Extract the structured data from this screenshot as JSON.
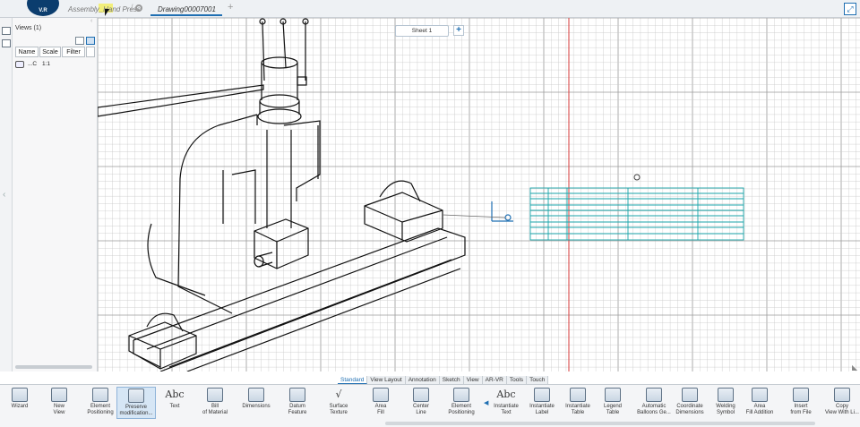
{
  "app": {
    "logo_text": "V.R"
  },
  "tabs": {
    "assembly": "Assembly_Hand Press",
    "sep": "/",
    "drawing": "Drawing00007001",
    "add": "+"
  },
  "panel": {
    "title": "Views (1)",
    "columns": [
      "Name",
      "Scale",
      "Filter"
    ],
    "rows": [
      {
        "name": "...C",
        "scale": "1:1"
      }
    ]
  },
  "sheet": {
    "name": "Sheet 1",
    "add": "+"
  },
  "section_tabs": [
    "Standard",
    "View Layout",
    "Annotation",
    "Sketch",
    "View",
    "AR-VR",
    "Tools",
    "Touch"
  ],
  "active_section": "Standard",
  "tools": [
    {
      "label": "Wizard",
      "icon": "wizard-icon"
    },
    {
      "label": "New\nView",
      "icon": "new-view-icon"
    },
    {
      "label": "Element\nPositioning",
      "icon": "element-positioning-icon"
    },
    {
      "label": "Preserve\nmodification...",
      "icon": "preserve-modification-icon",
      "selected": true
    },
    {
      "label": "Text",
      "icon": "text-icon",
      "glyph": "Abc"
    },
    {
      "label": "Bill\nof Material",
      "icon": "bill-of-material-icon"
    },
    {
      "label": "Dimensions",
      "icon": "dimensions-icon"
    },
    {
      "label": "Datum\nFeature",
      "icon": "datum-feature-icon"
    },
    {
      "label": "Surface\nTexture",
      "icon": "surface-texture-icon",
      "glyph": "√"
    },
    {
      "label": "Area\nFill",
      "icon": "area-fill-icon"
    },
    {
      "label": "Center\nLine",
      "icon": "center-line-icon"
    },
    {
      "label": "Element\nPositioning",
      "icon": "element-positioning-icon"
    },
    {
      "label": "Instantiate\nText",
      "icon": "instantiate-text-icon",
      "glyph": "Abc"
    },
    {
      "label": "Instantiate\nLabel",
      "icon": "instantiate-label-icon"
    },
    {
      "label": "Instantiate\nTable",
      "icon": "instantiate-table-icon"
    },
    {
      "label": "Legend\nTable",
      "icon": "legend-table-icon"
    },
    {
      "label": "Automatic\nBalloons Ge...",
      "icon": "automatic-balloons-icon"
    },
    {
      "label": "Coordinate\nDimensions",
      "icon": "coordinate-dimensions-icon"
    },
    {
      "label": "Welding\nSymbol",
      "icon": "welding-symbol-icon"
    },
    {
      "label": "Area\nFill Addition",
      "icon": "area-fill-addition-icon"
    },
    {
      "label": "Insert\nfrom File",
      "icon": "insert-from-file-icon"
    },
    {
      "label": "Copy\nView With Li...",
      "icon": "copy-view-icon"
    }
  ],
  "colors": {
    "accent": "#1f6fb2",
    "table": "#19a3a8",
    "redline": "#d63a3a",
    "grid": "#c8c8c8"
  }
}
